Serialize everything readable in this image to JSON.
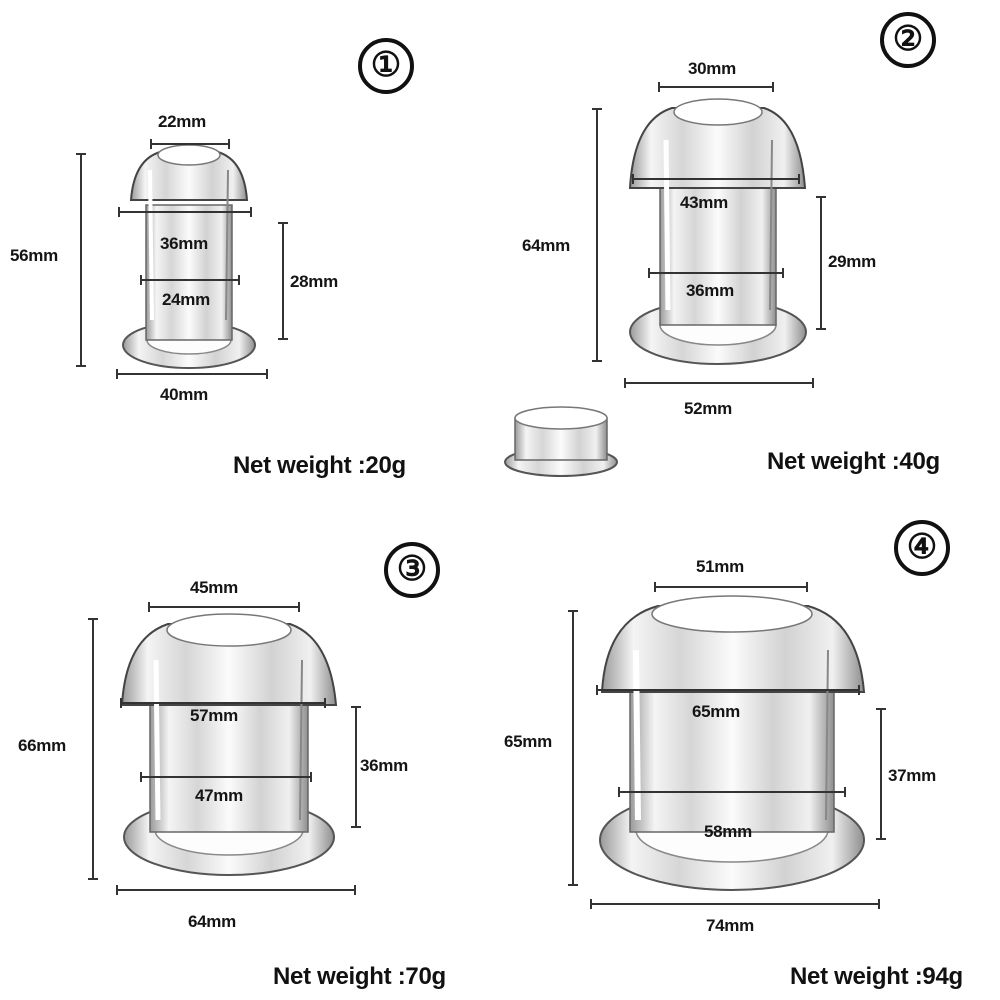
{
  "products": [
    {
      "number": "①",
      "dims": {
        "top_opening": "22mm",
        "height": "56mm",
        "mid_width": "36mm",
        "inner_width": "24mm",
        "section_height": "28mm",
        "base_width": "40mm"
      },
      "weight": "Net weight :20g"
    },
    {
      "number": "②",
      "dims": {
        "top_opening": "30mm",
        "height": "64mm",
        "mid_width": "43mm",
        "inner_width": "36mm",
        "section_height": "29mm",
        "base_width": "52mm"
      },
      "weight": "Net weight :40g"
    },
    {
      "number": "③",
      "dims": {
        "top_opening": "45mm",
        "height": "66mm",
        "mid_width": "57mm",
        "inner_width": "47mm",
        "section_height": "36mm",
        "base_width": "64mm"
      },
      "weight": "Net weight :70g"
    },
    {
      "number": "④",
      "dims": {
        "top_opening": "51mm",
        "height": "65mm",
        "mid_width": "65mm",
        "inner_width": "58mm",
        "section_height": "37mm",
        "base_width": "74mm"
      },
      "weight": "Net weight :94g"
    }
  ]
}
